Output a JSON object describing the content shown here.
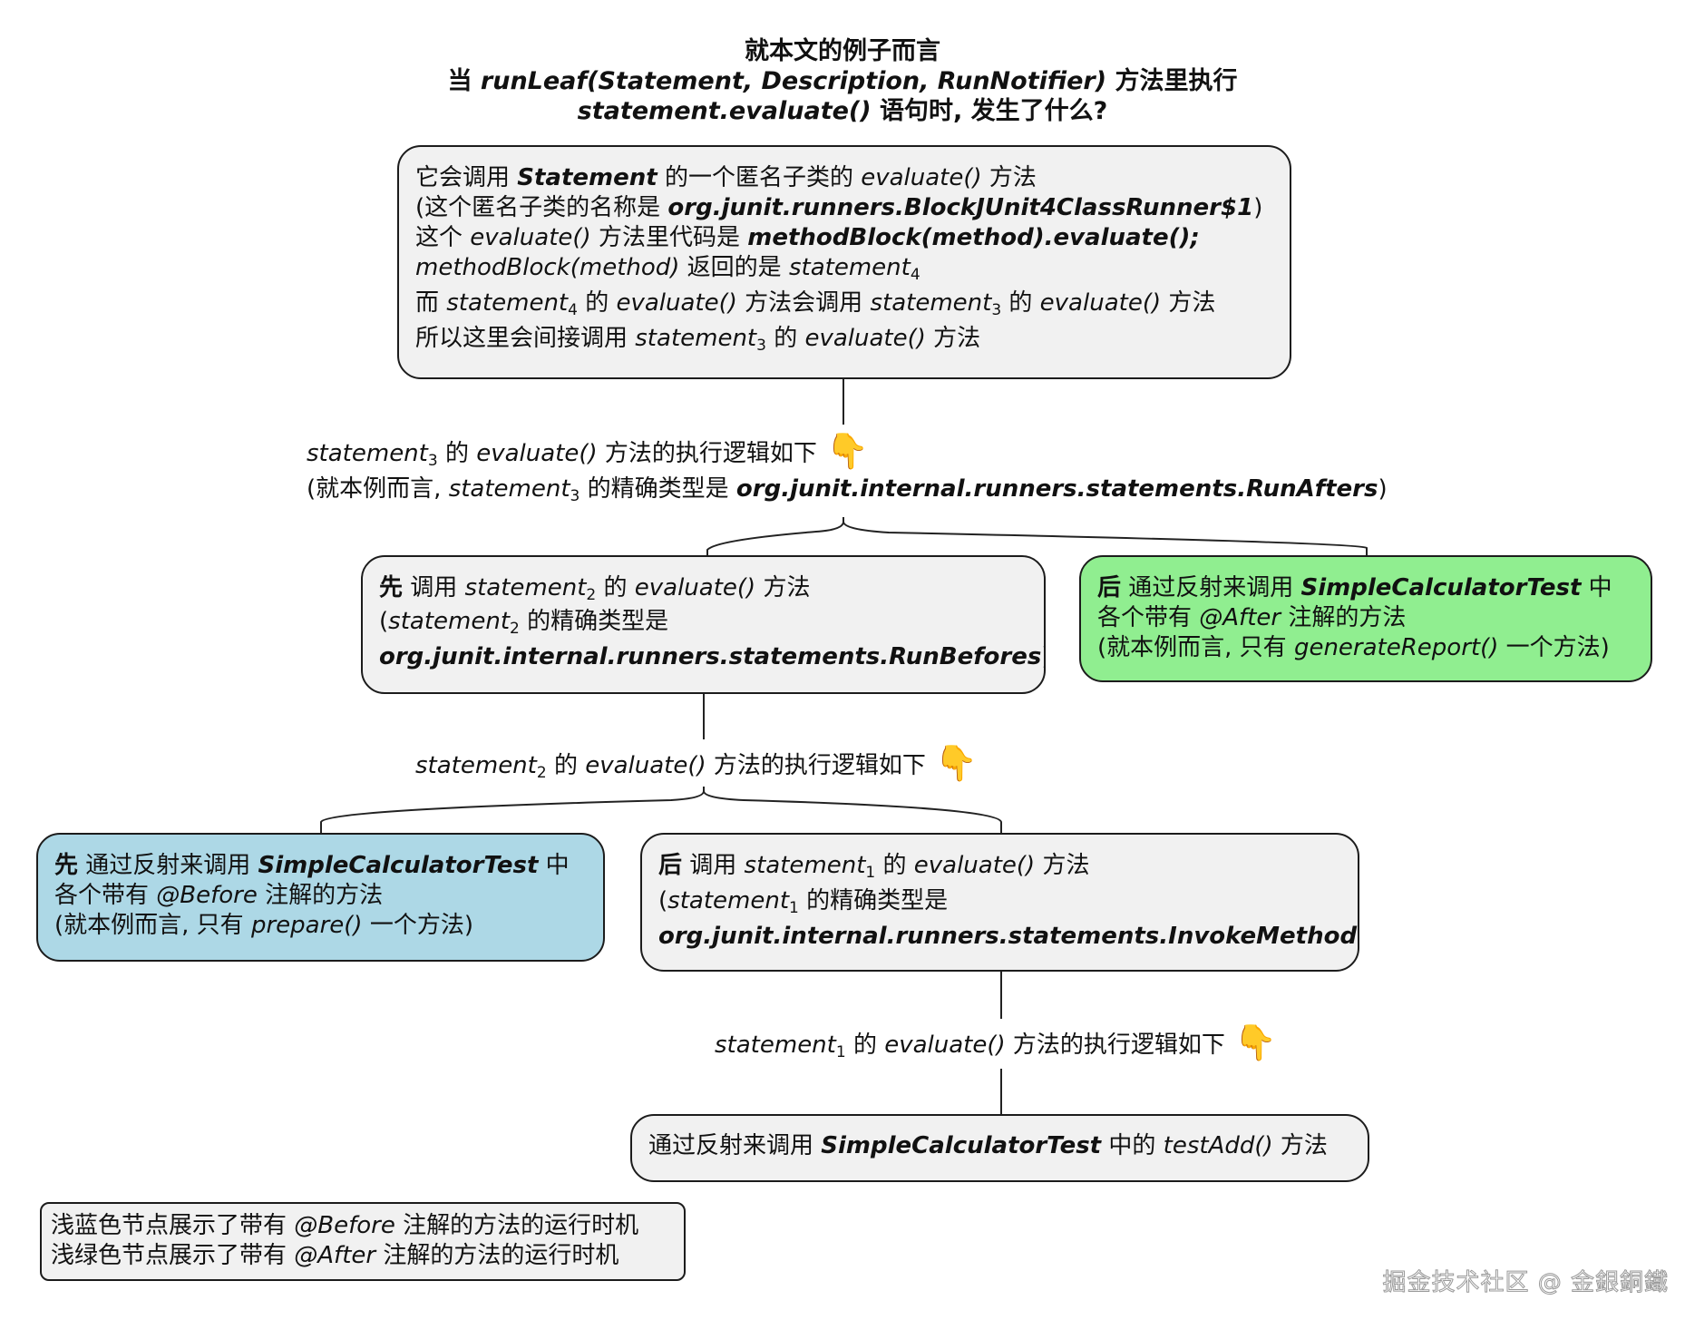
{
  "title": {
    "line1": "就本文的例子而言",
    "line2_a": "当 ",
    "line2_b": "runLeaf(Statement, Description, RunNotifier)",
    "line2_c": " 方法里执行",
    "line3_a": "statement.evaluate()",
    "line3_b": " 语句时, 发生了什么?"
  },
  "root_node": {
    "l1_a": "它会调用 ",
    "l1_b": "Statement",
    "l1_c": " 的一个匿名子类的 ",
    "l1_d": "evaluate()",
    "l1_e": " 方法",
    "l2_a": "(这个匿名子类的名称是 ",
    "l2_b": "org.junit.runners.BlockJUnit4ClassRunner$1",
    "l2_c": ")",
    "l3_a": "这个 ",
    "l3_b": "evaluate()",
    "l3_c": " 方法里代码是 ",
    "l3_d": "methodBlock(method).evaluate();",
    "l4_a": "methodBlock(method)",
    "l4_b": " 返回的是 ",
    "l4_c": "statement",
    "l4_sub": "4",
    "l5_a": "而 ",
    "l5_b": "statement",
    "l5_b_sub": "4",
    "l5_c": " 的 ",
    "l5_d": "evaluate()",
    "l5_e": " 方法会调用 ",
    "l5_f": "statement",
    "l5_f_sub": "3",
    "l5_g": " 的 ",
    "l5_h": "evaluate()",
    "l5_i": " 方法",
    "l6_a": "所以这里会间接调用 ",
    "l6_b": "statement",
    "l6_b_sub": "3",
    "l6_c": " 的 ",
    "l6_d": "evaluate()",
    "l6_e": " 方法"
  },
  "label3": {
    "l1_a": "statement",
    "l1_sub": "3",
    "l1_b": " 的 ",
    "l1_c": "evaluate()",
    "l1_d": " 方法的执行逻辑如下",
    "l2_a": "(就本例而言, ",
    "l2_b": "statement",
    "l2_sub": "3",
    "l2_c": " 的精确类型是 ",
    "l2_d": "org.junit.internal.runners.statements.RunAfters",
    "l2_e": ")"
  },
  "node_before2": {
    "l1_a": "先",
    "l1_b": " 调用 ",
    "l1_c": "statement",
    "l1_sub": "2",
    "l1_d": " 的 ",
    "l1_e": "evaluate()",
    "l1_f": " 方法",
    "l2_a": "(",
    "l2_b": "statement",
    "l2_sub": "2",
    "l2_c": " 的精确类型是",
    "l3_a": "org.junit.internal.runners.statements.RunBefores",
    "l3_b": ")"
  },
  "node_after": {
    "l1_a": "后",
    "l1_b": " 通过反射来调用 ",
    "l1_c": "SimpleCalculatorTest",
    "l1_d": " 中",
    "l2_a": "各个带有 ",
    "l2_b": "@After",
    "l2_c": " 注解的方法",
    "l3_a": "(就本例而言, 只有 ",
    "l3_b": "generateReport()",
    "l3_c": " 一个方法)"
  },
  "label2": {
    "l1_a": "statement",
    "l1_sub": "2",
    "l1_b": " 的 ",
    "l1_c": "evaluate()",
    "l1_d": " 方法的执行逻辑如下"
  },
  "node_before": {
    "l1_a": "先",
    "l1_b": " 通过反射来调用 ",
    "l1_c": "SimpleCalculatorTest",
    "l1_d": " 中",
    "l2_a": "各个带有 ",
    "l2_b": "@Before",
    "l2_c": " 注解的方法",
    "l3_a": "(就本例而言, 只有 ",
    "l3_b": "prepare()",
    "l3_c": " 一个方法)"
  },
  "node_after1": {
    "l1_a": "后",
    "l1_b": " 调用 ",
    "l1_c": "statement",
    "l1_sub": "1",
    "l1_d": " 的 ",
    "l1_e": "evaluate()",
    "l1_f": " 方法",
    "l2_a": "(",
    "l2_b": "statement",
    "l2_sub": "1",
    "l2_c": " 的精确类型是",
    "l3_a": "org.junit.internal.runners.statements.InvokeMethod",
    "l3_b": ")"
  },
  "label1": {
    "l1_a": "statement",
    "l1_sub": "1",
    "l1_b": " 的 ",
    "l1_c": "evaluate()",
    "l1_d": " 方法的执行逻辑如下"
  },
  "leaf_node": {
    "l1_a": "通过反射来调用 ",
    "l1_b": "SimpleCalculatorTest",
    "l1_c": " 中的 ",
    "l1_d": "testAdd()",
    "l1_e": " 方法"
  },
  "legend": {
    "l1_a": "浅蓝色节点展示了带有 ",
    "l1_b": "@Before",
    "l1_c": " 注解的方法的运行时机",
    "l2_a": "浅绿色节点展示了带有 ",
    "l2_b": "@After",
    "l2_c": " 注解的方法的运行时机"
  },
  "icons": {
    "pointing_hand": "👇"
  },
  "watermark": "掘金技术社区 @ 金銀銅鐵",
  "colors": {
    "gray_node": "#f1f1f1",
    "blue_node": "#add8e6",
    "green_node": "#90ee90",
    "border": "#1c1c1c",
    "hand": "#f2c744"
  }
}
